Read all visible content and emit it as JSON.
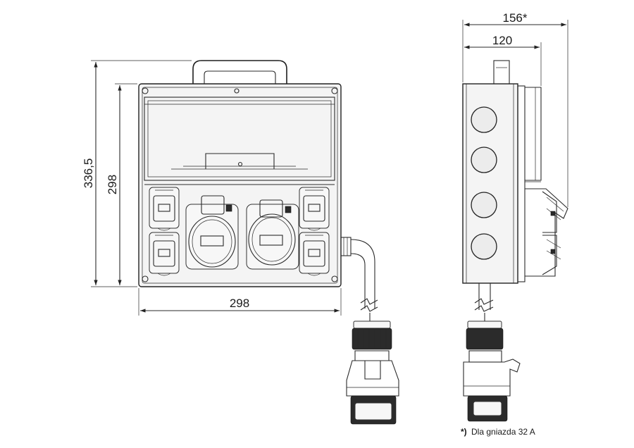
{
  "dimensions": {
    "overall_height": "336,5",
    "box_height": "298",
    "box_width": "298",
    "depth_with_socket": "156*",
    "depth": "120"
  },
  "footnote": {
    "marker": "*)",
    "text": "Dla gniazda 32 A"
  }
}
